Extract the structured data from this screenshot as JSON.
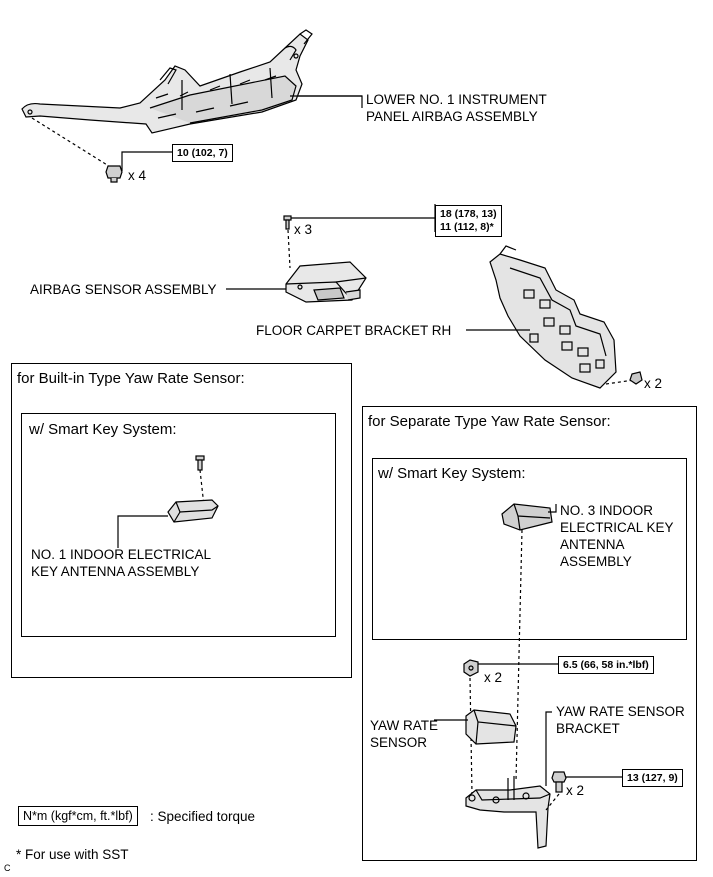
{
  "labels": {
    "lower_airbag": [
      "LOWER NO. 1 INSTRUMENT",
      "PANEL AIRBAG ASSEMBLY"
    ],
    "airbag_sensor": "AIRBAG SENSOR ASSEMBLY",
    "floor_bracket": "FLOOR CARPET BRACKET RH",
    "no1_antenna": [
      "NO. 1 INDOOR ELECTRICAL",
      "KEY ANTENNA ASSEMBLY"
    ],
    "no3_antenna": [
      "NO. 3 INDOOR",
      "ELECTRICAL KEY",
      "ANTENNA",
      "ASSEMBLY"
    ],
    "yaw_sensor": [
      "YAW RATE",
      "SENSOR"
    ],
    "yaw_bracket": [
      "YAW RATE SENSOR",
      "BRACKET"
    ]
  },
  "quantities": {
    "airbag_bolts": "x 4",
    "sensor_bolts": "x 3",
    "bracket_clip": "x 2",
    "yaw_nuts": "x 2",
    "yaw_bolts": "x 2"
  },
  "torques": {
    "airbag": "10 (102, 7)",
    "sensor": [
      "18 (178, 13)",
      "11 (112, 8)*"
    ],
    "yaw_nut": "6.5 (66, 58 in.*lbf)",
    "yaw_bolt": "13 (127, 9)"
  },
  "boxes": {
    "builtin": "for Built-in Type Yaw Rate Sensor:",
    "separate": "for Separate Type Yaw Rate Sensor:",
    "smart_key_left": "w/ Smart Key System:",
    "smart_key_right": "w/ Smart Key System:"
  },
  "legend": {
    "unit": "N*m (kgf*cm, ft.*lbf)",
    "unit_desc": ": Specified torque",
    "sst_note": "* For use with SST",
    "corner_mark": "C"
  }
}
